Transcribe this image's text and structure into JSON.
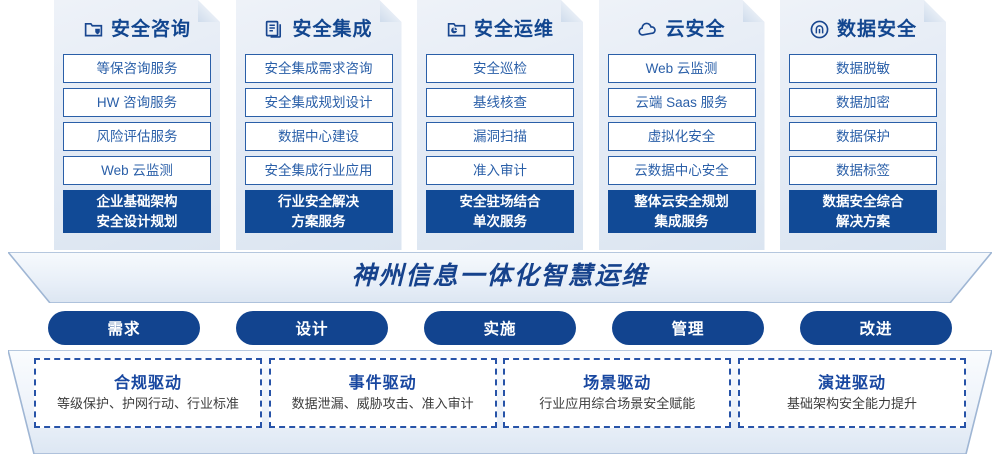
{
  "columns": [
    {
      "icon": "folder-shield-icon",
      "title": "安全咨询",
      "items": [
        "等保咨询服务",
        "HW 咨询服务",
        "风险评估服务",
        "Web 云监测"
      ],
      "footer_line1": "企业基础架构",
      "footer_line2": "安全设计规划"
    },
    {
      "icon": "documents-stack-icon",
      "title": "安全集成",
      "items": [
        "安全集成需求咨询",
        "安全集成规划设计",
        "数据中心建设",
        "安全集成行业应用"
      ],
      "footer_line1": "行业安全解决",
      "footer_line2": "方案服务"
    },
    {
      "icon": "folder-chart-icon",
      "title": "安全运维",
      "items": [
        "安全巡检",
        "基线核查",
        "漏洞扫描",
        "准入审计"
      ],
      "footer_line1": "安全驻场结合",
      "footer_line2": "单次服务"
    },
    {
      "icon": "cloud-icon",
      "title": "云安全",
      "items": [
        "Web 云监测",
        "云端 Saas 服务",
        "虚拟化安全",
        "云数据中心安全"
      ],
      "footer_line1": "整体云安全规划",
      "footer_line2": "集成服务"
    },
    {
      "icon": "fingerprint-icon",
      "title": "数据安全",
      "items": [
        "数据脱敏",
        "数据加密",
        "数据保护",
        "数据标签"
      ],
      "footer_line1": "数据安全综合",
      "footer_line2": "解决方案"
    }
  ],
  "banner": {
    "title": "神州信息一体化智慧运维"
  },
  "pills": [
    {
      "label": "需求"
    },
    {
      "label": "设计"
    },
    {
      "label": "实施"
    },
    {
      "label": "管理"
    },
    {
      "label": "改进"
    }
  ],
  "drivers": [
    {
      "title": "合规驱动",
      "subtitle": "等级保护、护网行动、行业标准"
    },
    {
      "title": "事件驱动",
      "subtitle": "数据泄漏、威胁攻击、准入审计"
    },
    {
      "title": "场景驱动",
      "subtitle": "行业应用综合场景安全赋能"
    },
    {
      "title": "演进驱动",
      "subtitle": "基础架构安全能力提升"
    }
  ],
  "colors": {
    "brand_deep_blue": "#12448f",
    "brand_mid_blue": "#2a5fa8",
    "card_bg_light": "#e9eff7",
    "dashed_border": "#2753a8",
    "text_dark": "#3c3c3c"
  }
}
